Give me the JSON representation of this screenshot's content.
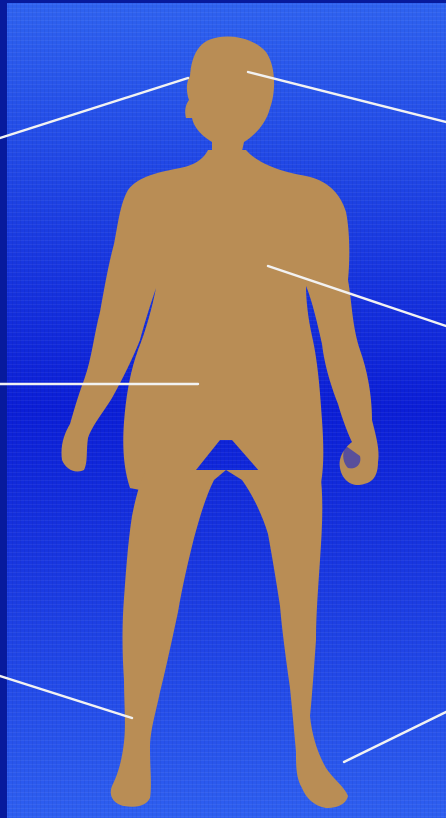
{
  "colors": {
    "background_top": "#2f63f0",
    "background_mid": "#0b1ed6",
    "background_bottom": "#2e5ff0",
    "border": "#071a9c",
    "body_fill": "#b98d55",
    "leader_line": "#f2f2f2"
  },
  "figure": {
    "subject": "human-body-silhouette",
    "leader_lines": [
      "head",
      "chest",
      "waist",
      "right-foot",
      "left-foot"
    ]
  }
}
